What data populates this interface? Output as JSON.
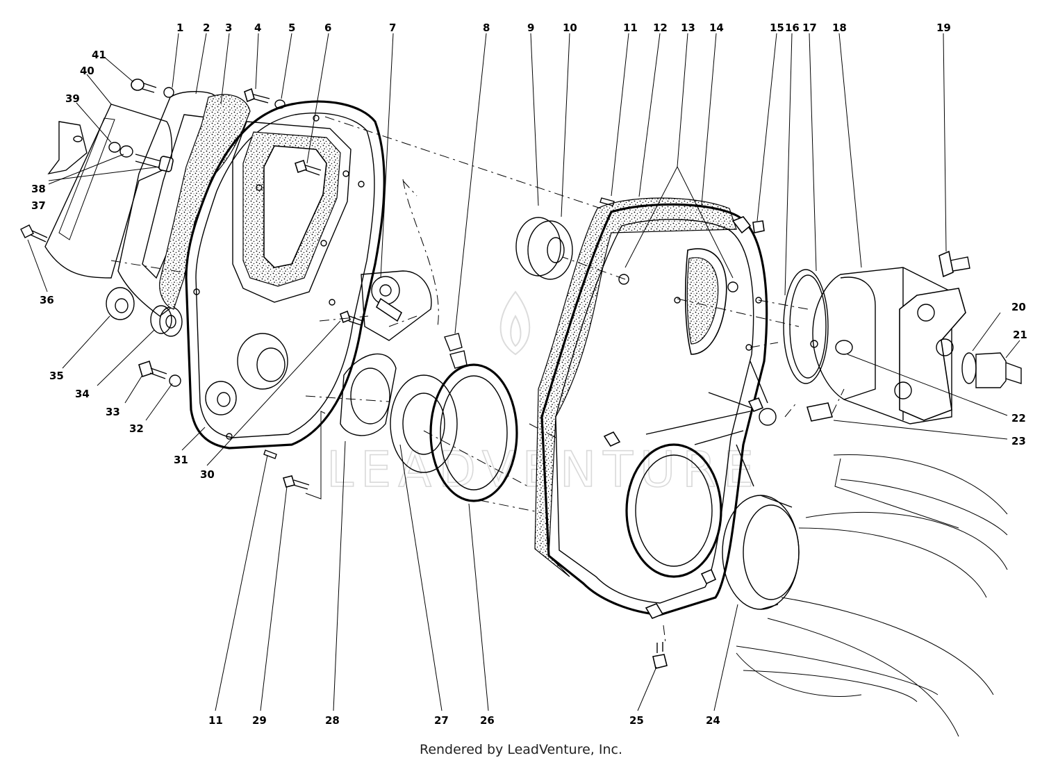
{
  "diagram": {
    "part_labels": [
      "1",
      "2",
      "3",
      "4",
      "5",
      "6",
      "7",
      "8",
      "9",
      "10",
      "11",
      "12",
      "13",
      "14",
      "15",
      "16",
      "17",
      "18",
      "19",
      "20",
      "21",
      "22",
      "23",
      "24",
      "25",
      "26",
      "27",
      "28",
      "29",
      "30",
      "31",
      "32",
      "33",
      "34",
      "35",
      "36",
      "37",
      "38",
      "39",
      "40",
      "41",
      "11"
    ]
  },
  "watermark": {
    "text": "LEADVENTURE"
  },
  "footer": {
    "text": "Rendered by LeadVenture, Inc."
  }
}
